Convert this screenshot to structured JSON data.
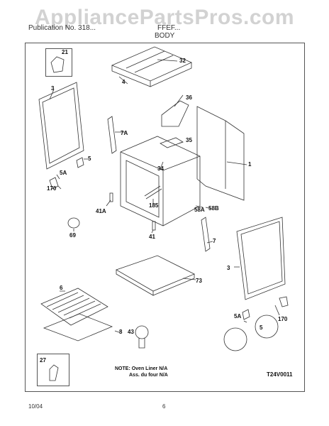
{
  "header": {
    "watermark": "AppliancePartsPros.com",
    "left_text": "Publication No. 318...",
    "right_text": "FFEF...",
    "section_title": "BODY"
  },
  "labels": {
    "p21": "21",
    "p32": "32",
    "p4": "4",
    "p3a": "3",
    "p36": "36",
    "p7a": "7A",
    "p35": "35",
    "p34": "34",
    "p1": "1",
    "p5a": "5",
    "p5a2": "5A",
    "p170a": "170",
    "p185": "185",
    "p58a": "58A",
    "p58b": "58B",
    "p41a": "41A",
    "p69": "69",
    "p41": "41",
    "p7": "7",
    "p3b": "3",
    "p73": "73",
    "p6": "6",
    "p43": "43",
    "p8": "8",
    "p5b": "5",
    "p5a3": "5A",
    "p170b": "170",
    "p27": "27"
  },
  "note": {
    "line1": "NOTE: Oven Liner N/A",
    "line2": "Ass. du four N/A"
  },
  "diagram_code": "T24V0011",
  "footer": {
    "date": "10/04",
    "page": "6"
  }
}
